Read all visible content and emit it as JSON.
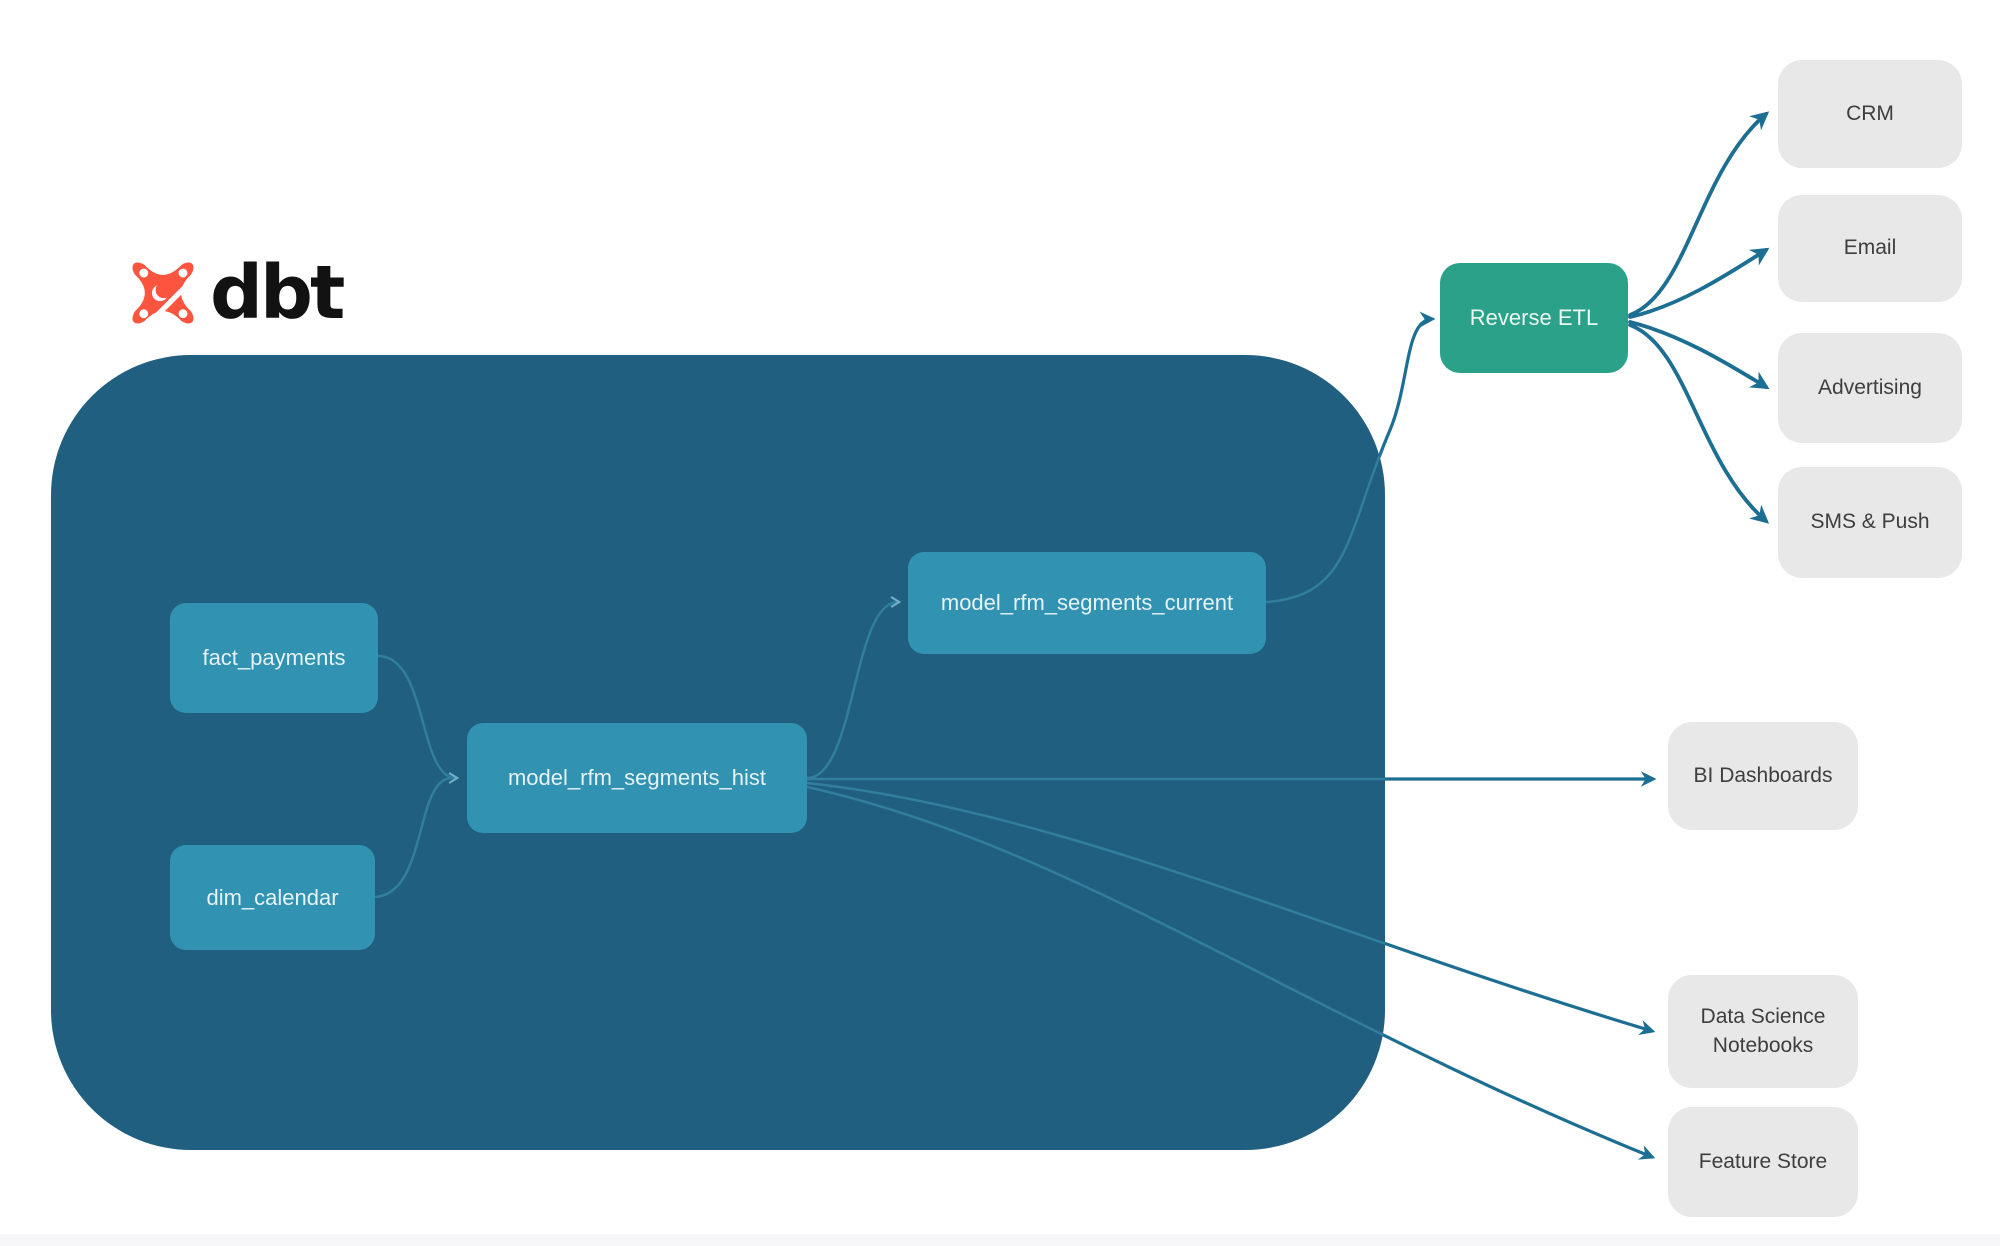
{
  "logo": {
    "text": "dbt",
    "icon": "dbt-spark-icon"
  },
  "colors": {
    "container_bg": "#205f80",
    "model_bg": "#3292b2",
    "model_text": "#e5f3f8",
    "etl_bg": "#2ca189",
    "etl_text": "#eaf7f2",
    "target_bg": "#e8e8e8",
    "target_text": "#3e3e3e",
    "edge_dark": "#1d6e93",
    "edge_light": "#327e9d",
    "edge_light_arrow": "#6fb0c8",
    "logo_orange": "#fb5540",
    "logo_text": "#121212"
  },
  "nodes": {
    "fact_payments": {
      "label": "fact_payments"
    },
    "dim_calendar": {
      "label": "dim_calendar"
    },
    "model_rfm_segments_hist": {
      "label": "model_rfm_segments_hist"
    },
    "model_rfm_segments_current": {
      "label": "model_rfm_segments_current"
    },
    "reverse_etl": {
      "label": "Reverse ETL"
    },
    "crm": {
      "label": "CRM"
    },
    "email": {
      "label": "Email"
    },
    "advertising": {
      "label": "Advertising"
    },
    "sms_push": {
      "label": "SMS & Push"
    },
    "bi_dashboards": {
      "label": "BI Dashboards"
    },
    "ds_notebooks": {
      "label": "Data Science Notebooks"
    },
    "feature_store": {
      "label": "Feature Store"
    }
  },
  "edges": [
    {
      "from": "fact_payments",
      "to": "model_rfm_segments_hist"
    },
    {
      "from": "dim_calendar",
      "to": "model_rfm_segments_hist"
    },
    {
      "from": "model_rfm_segments_hist",
      "to": "model_rfm_segments_current"
    },
    {
      "from": "model_rfm_segments_current",
      "to": "reverse_etl"
    },
    {
      "from": "reverse_etl",
      "to": "crm"
    },
    {
      "from": "reverse_etl",
      "to": "email"
    },
    {
      "from": "reverse_etl",
      "to": "advertising"
    },
    {
      "from": "reverse_etl",
      "to": "sms_push"
    },
    {
      "from": "model_rfm_segments_hist",
      "to": "bi_dashboards"
    },
    {
      "from": "model_rfm_segments_hist",
      "to": "ds_notebooks"
    },
    {
      "from": "model_rfm_segments_hist",
      "to": "feature_store"
    }
  ]
}
